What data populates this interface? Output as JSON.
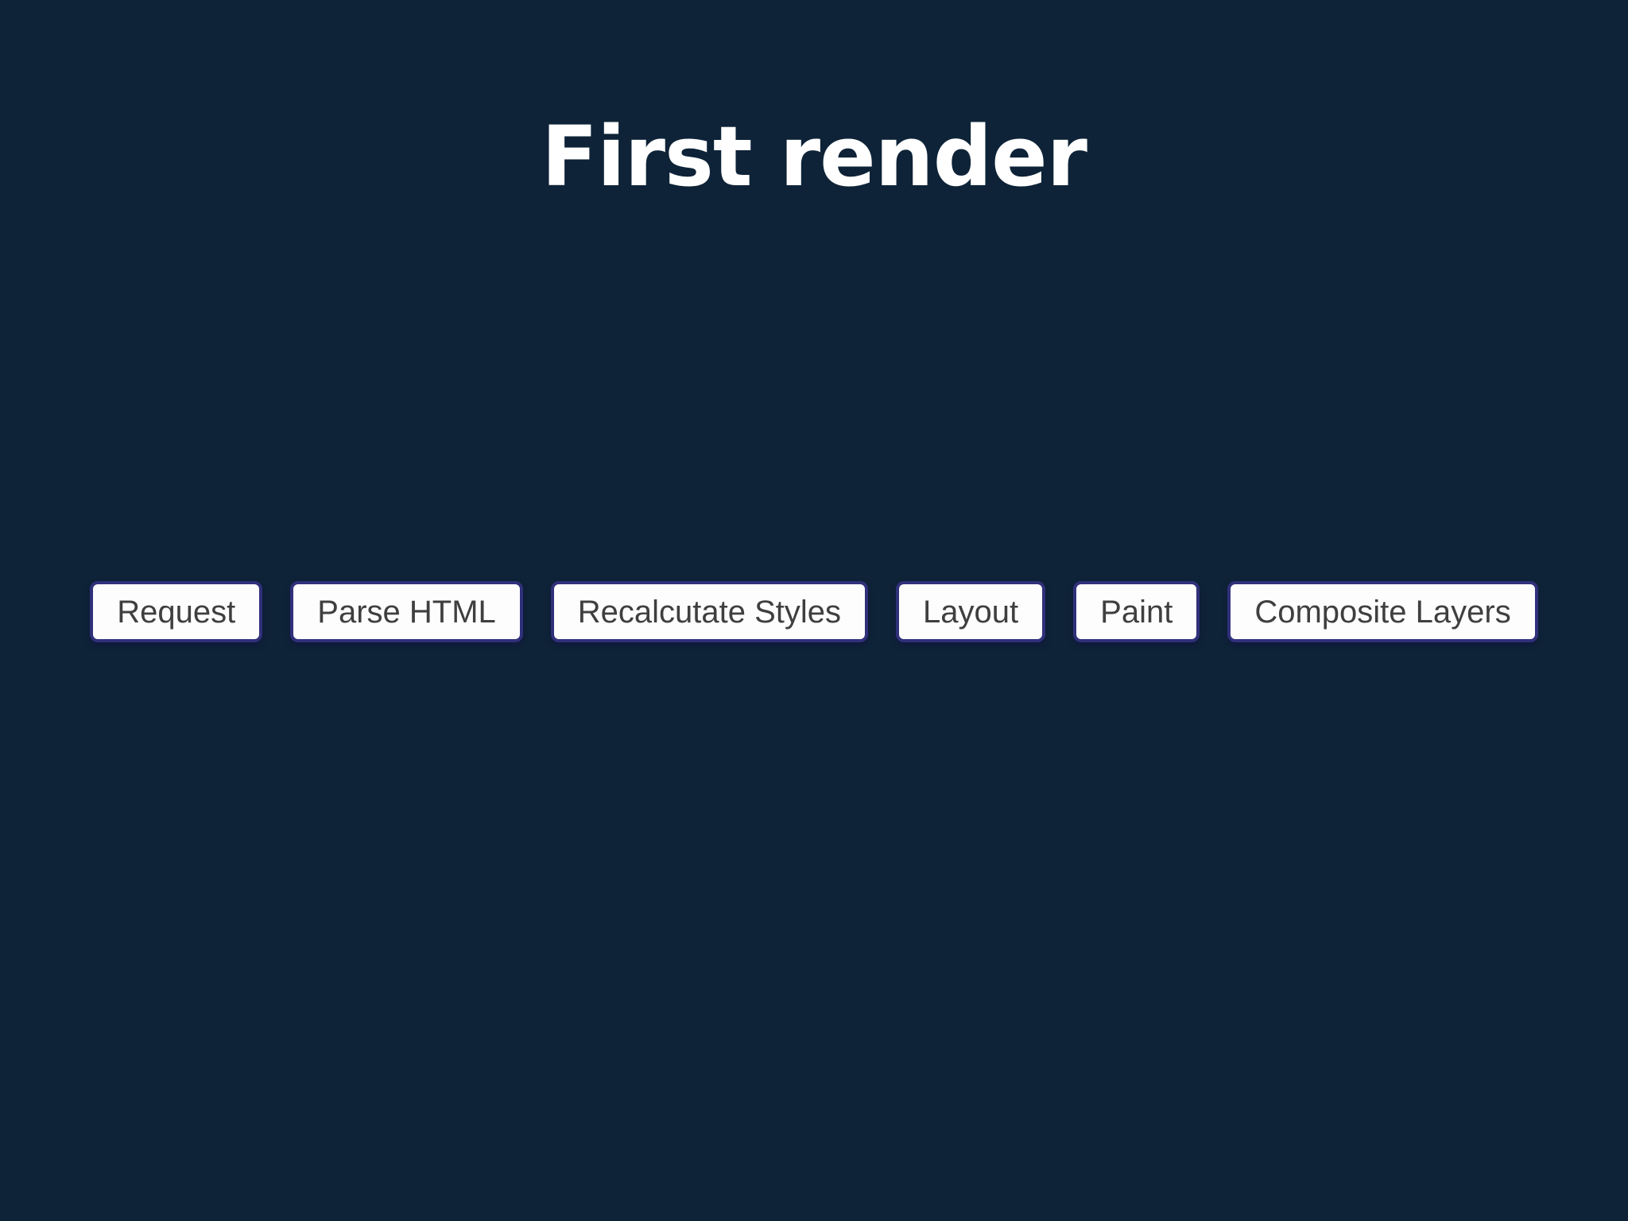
{
  "slide": {
    "title": "First render",
    "steps": [
      {
        "label": "Request"
      },
      {
        "label": "Parse HTML"
      },
      {
        "label": "Recalcutate Styles"
      },
      {
        "label": "Layout"
      },
      {
        "label": "Paint"
      },
      {
        "label": "Composite Layers"
      }
    ]
  },
  "colors": {
    "background": "#0e2337",
    "box-background": "#fdfdfe",
    "box-border": "#30307a",
    "box-text": "#3f3f3f",
    "title-text": "#ffffff"
  }
}
